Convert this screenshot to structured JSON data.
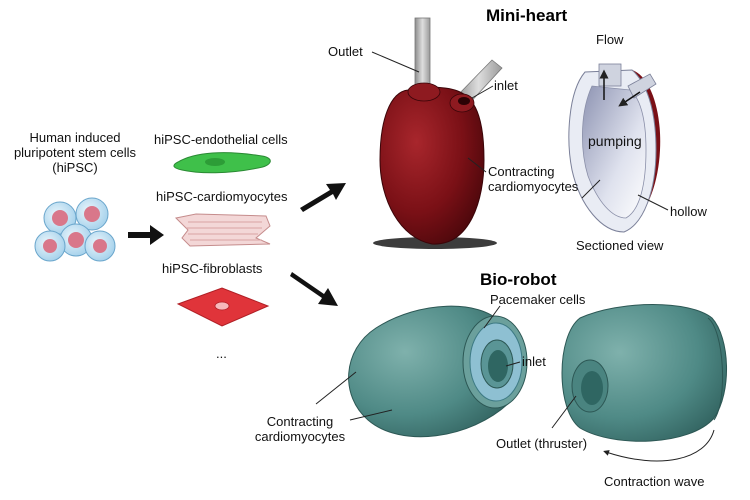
{
  "stem": {
    "line1": "Human induced",
    "line2": "pluripotent stem cells",
    "line3": "(hiPSC)"
  },
  "cell_types": {
    "endothelial": "hiPSC-endothelial cells",
    "cardiomyocytes": "hiPSC-cardiomyocytes",
    "fibroblasts": "hiPSC-fibroblasts",
    "more": "..."
  },
  "mini_heart": {
    "title": "Mini-heart",
    "outlet": "Outlet",
    "inlet": "inlet",
    "contracting_line1": "Contracting",
    "contracting_line2": "cardiomyocytes",
    "flow": "Flow",
    "pumping": "pumping",
    "hollow": "hollow",
    "sectioned": "Sectioned view"
  },
  "bio_robot": {
    "title": "Bio-robot",
    "pacemaker": "Pacemaker cells",
    "inlet": "inlet",
    "contracting_line1": "Contracting",
    "contracting_line2": "cardiomyocytes",
    "outlet": "Outlet (thruster)",
    "wave": "Contraction wave"
  },
  "colors": {
    "heart": "#7a1016",
    "robot": "#4f8a86",
    "endothelial": "#3fc04a",
    "fibroblast": "#e0343a",
    "stem_cell": "#c7e3f3",
    "nucleus": "#d9778a"
  }
}
